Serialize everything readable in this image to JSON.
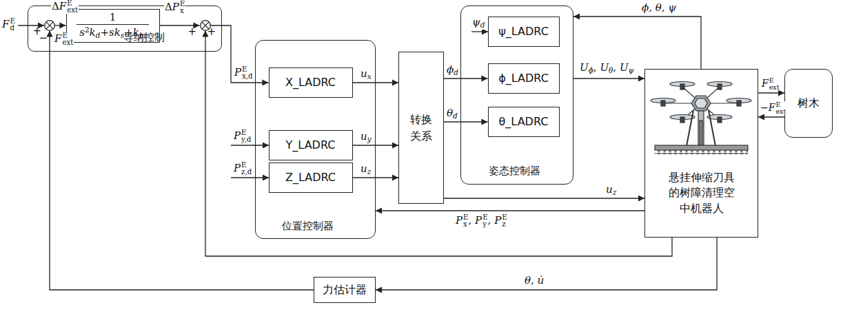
{
  "diagram": {
    "nodes": [
      {
        "text": [
          "导纳控制"
        ]
      },
      {
        "text": [
          "+",
          "−"
        ],
        "in": 0
      },
      {
        "text": [
          "1",
          "s2kd+sks+km"
        ],
        "in": 0
      },
      {
        "text": [
          "+",
          "+"
        ],
        "in": 0
      },
      {
        "text": [
          "位置控制器"
        ]
      },
      {
        "text": [
          "X_LADRC"
        ],
        "in": 4
      },
      {
        "text": [
          "Y_LADRC"
        ],
        "in": 4
      },
      {
        "text": [
          "Z_LADRC"
        ],
        "in": 4
      },
      {
        "text": [
          "转换关系"
        ]
      },
      {
        "text": [
          "姿态控制器"
        ]
      },
      {
        "text": [
          "ψ_LADRC"
        ],
        "in": 9
      },
      {
        "text": [
          "ϕ_LADRC"
        ],
        "in": 9
      },
      {
        "text": [
          "θ_LADRC"
        ],
        "in": 9
      },
      {
        "text": [
          "悬挂伸缩刀具的树障清理空中机器人"
        ]
      },
      {
        "text": [
          "树木"
        ]
      },
      {
        "text": [
          "力估计器"
        ]
      }
    ],
    "edges": [
      {
        "from": 1,
        "to": 2,
        "arrow": "to",
        "label": "ΔFEext"
      },
      {
        "from": 2,
        "to": 3,
        "arrow": "to",
        "label": "ΔPEx"
      },
      {
        "from": 3,
        "to": 5,
        "arrow": "to",
        "label": "PEx,d"
      },
      {
        "from": 5,
        "to": 8,
        "arrow": "to",
        "label": "ux"
      },
      {
        "from": 6,
        "to": 8,
        "arrow": "to",
        "label": "uy"
      },
      {
        "from": 7,
        "to": 8,
        "arrow": "to",
        "label": "uz"
      },
      {
        "from": 8,
        "to": 11,
        "arrow": "to",
        "label": "ϕd"
      },
      {
        "from": 8,
        "to": 12,
        "arrow": "to",
        "label": "θd"
      },
      {
        "from": 9,
        "to": 13,
        "arrow": "to",
        "label": "Uϕ, Uθ, Uψ"
      },
      {
        "from": 13,
        "to": 9,
        "arrow": "to",
        "label": "ϕ, θ, ψ"
      },
      {
        "from": 8,
        "to": 13,
        "arrow": "to",
        "label": "uz"
      },
      {
        "from": 13,
        "to": 4,
        "arrow": "to",
        "label": "PEx, PEy, PEz"
      },
      {
        "from": 13,
        "to": 14,
        "arrow": "to",
        "label": "FEext"
      },
      {
        "from": 14,
        "to": 13,
        "arrow": "to",
        "label": "−FEext"
      },
      {
        "from": 13,
        "to": 3,
        "arrow": "to"
      },
      {
        "from": 13,
        "to": 15,
        "arrow": "to",
        "label": "θ, u̇"
      },
      {
        "from": 15,
        "to": 1,
        "arrow": "to",
        "label": "FEext"
      }
    ],
    "labels": [
      "FEd",
      "PEy,d",
      "PEz,d",
      "ψd"
    ]
  }
}
